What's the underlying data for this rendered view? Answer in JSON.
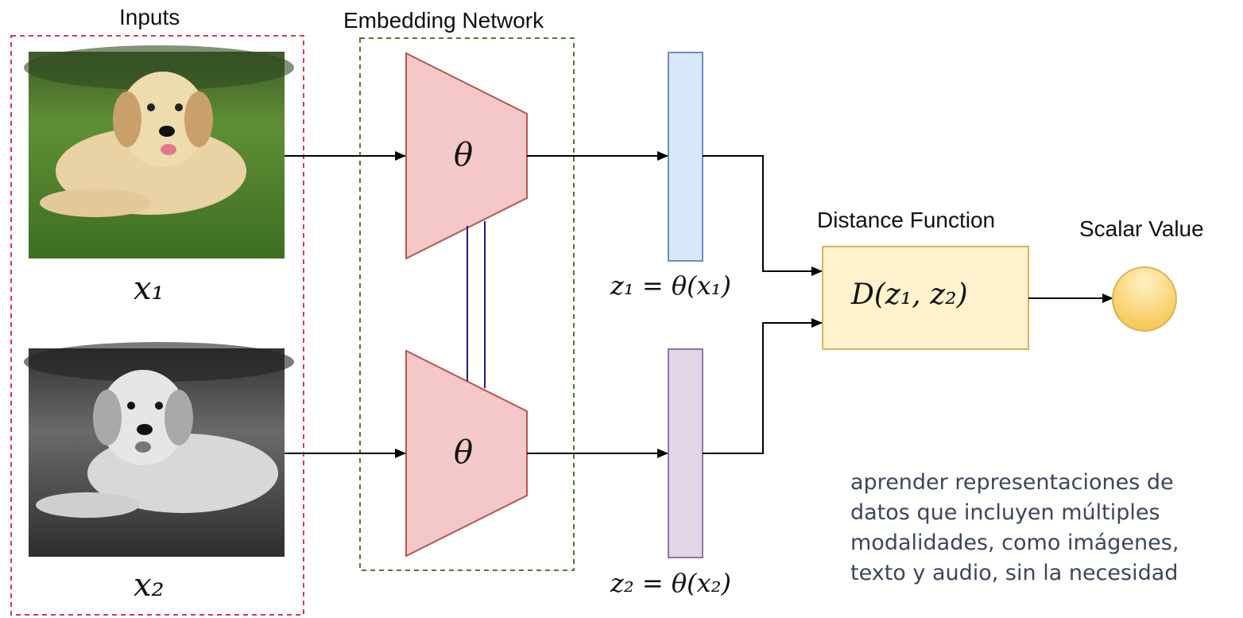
{
  "labels": {
    "inputs": "Inputs",
    "embedding_network": "Embedding Network",
    "distance_function": "Distance Function",
    "scalar_value": "Scalar Value"
  },
  "math": {
    "x1": "x₁",
    "x2": "x₂",
    "theta_top": "θ",
    "theta_bottom": "θ",
    "z1": "z₁ = θ(x₁)",
    "z2": "z₂ = θ(x₂)",
    "distance": "D(z₁, z₂)"
  },
  "images": {
    "top": "color puppy photo",
    "bottom": "grayscale puppy photo"
  },
  "paragraph": [
    "aprender representaciones de",
    "datos que incluyen múltiples",
    "modalidades, como imágenes,",
    "texto y audio, sin la necesidad"
  ],
  "colors": {
    "inputs_border": "#e0334f",
    "embedding_border": "#4f7a36",
    "trapezoid_fill": "#f4c8c8",
    "trapezoid_stroke": "#b85450",
    "z1_fill": "#dae8fc",
    "z1_stroke": "#6c8ebf",
    "z2_fill": "#e1d5e7",
    "z2_stroke": "#9673a6",
    "distance_fill": "#fff2cc",
    "distance_stroke": "#d6b656",
    "scalar_fill": "#ffd966",
    "shared_weight_lines": "#1a1a8c"
  }
}
